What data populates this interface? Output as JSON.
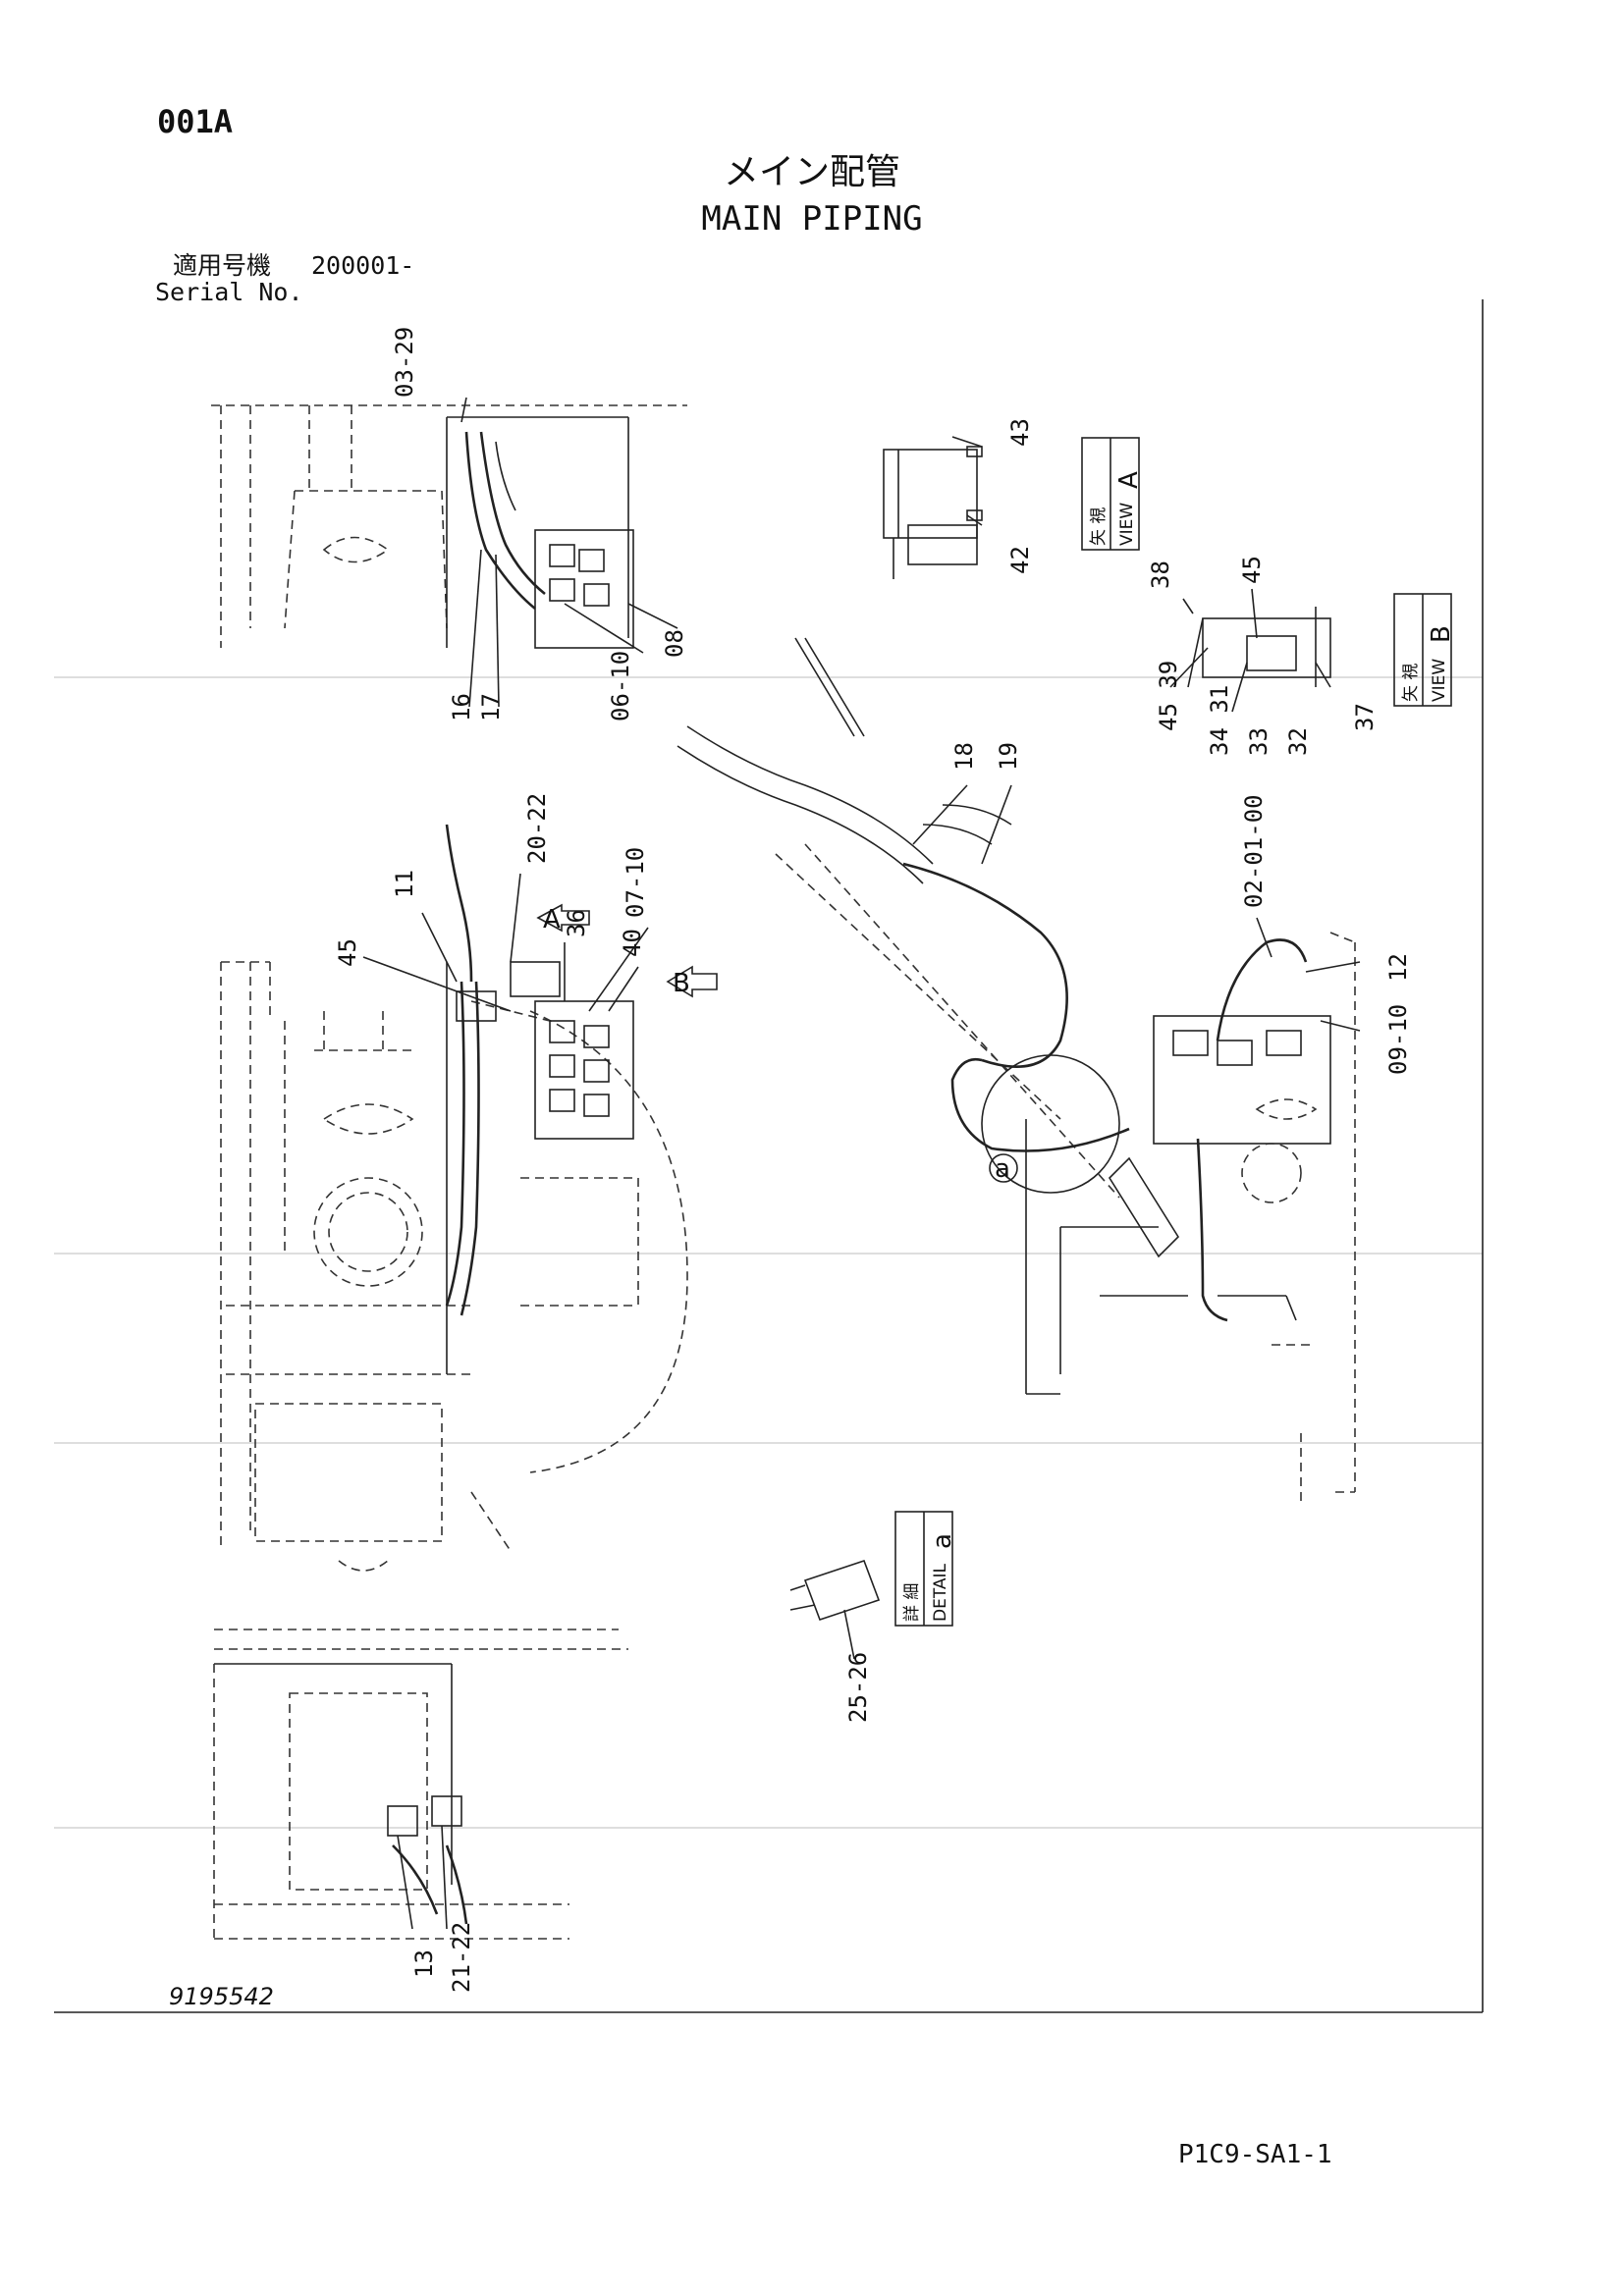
{
  "header": {
    "page_code": "001A",
    "title_jp": "メイン配管",
    "title_en": "MAIN PIPING",
    "serial_label_jp": "適用号機",
    "serial_range": "200001-",
    "serial_label_en": "Serial No."
  },
  "footer": {
    "drawing_number": "9195542",
    "sheet_code": "P1C9-SA1-1"
  },
  "view_boxes": {
    "view_a": {
      "kanji": "矢 視",
      "label": "VIEW",
      "letter": "A"
    },
    "view_b": {
      "kanji": "矢 視",
      "label": "VIEW",
      "letter": "B"
    },
    "detail_a": {
      "kanji": "詳 細",
      "label": "DETAIL",
      "letter": "a"
    }
  },
  "markers": {
    "arrow_a": "A",
    "arrow_b": "B",
    "detail_circle": "a"
  },
  "callouts": {
    "c03_29": "03-29",
    "c16": "16",
    "c17": "17",
    "c06_10": "06-10",
    "c08": "08",
    "c43": "43",
    "c42": "42",
    "c38": "38",
    "c45_top": "45",
    "c45_39": "45 39",
    "c34_31": "34 31",
    "c33": "33",
    "c32": "32",
    "c37": "37",
    "c18": "18",
    "c19": "19",
    "c11": "11",
    "c20_22": "20-22",
    "c07_10": "07-10",
    "c36": "36",
    "c40": "40",
    "c45_mid": "45",
    "c02_00": "02-01-00",
    "c12": "12",
    "c09_10": "09-10",
    "c25_26": "25-26",
    "c13": "13",
    "c21_22": "21-22"
  }
}
